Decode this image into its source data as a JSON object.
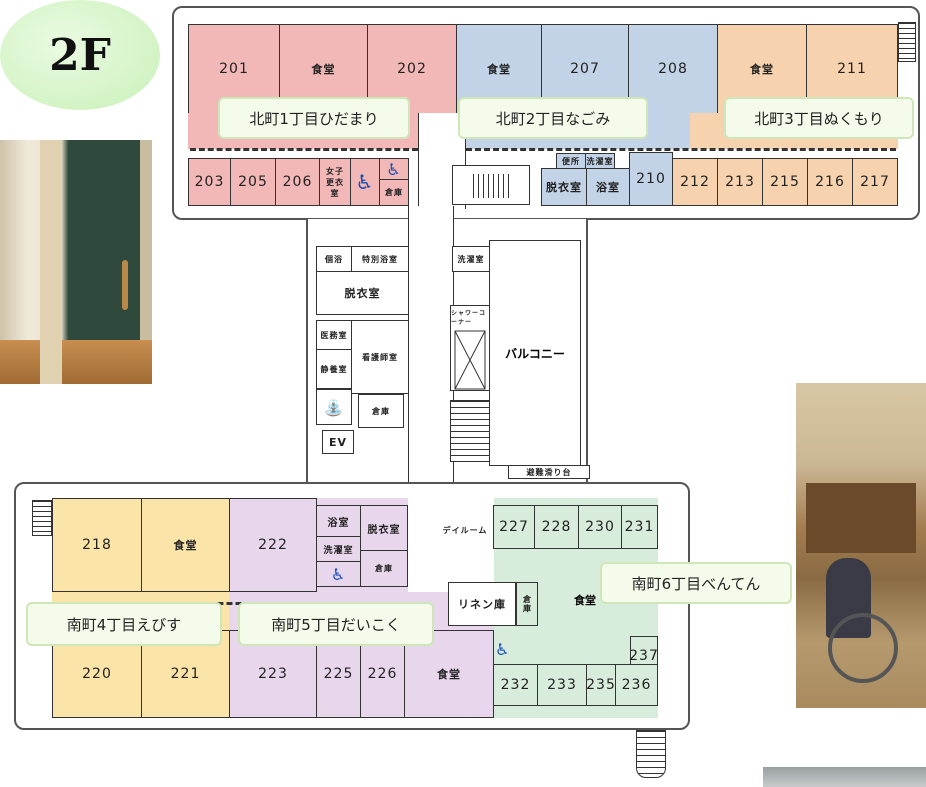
{
  "floor_badge": "2F",
  "north_wing": {
    "rooms_top": [
      "201",
      "食堂",
      "202",
      "食堂",
      "207",
      "208",
      "食堂",
      "211"
    ],
    "rooms_bottom": [
      "203",
      "205",
      "206",
      "女子更衣室",
      "倉庫",
      "脱衣室",
      "浴室",
      "210",
      "212",
      "213",
      "215",
      "216",
      "217"
    ],
    "small_labels": [
      "便所",
      "洗濯室"
    ],
    "unit_labels": [
      "北町1丁目ひだまり",
      "北町2丁目なごみ",
      "北町3丁目ぬくもり"
    ]
  },
  "center": {
    "rooms": [
      "個浴",
      "特別浴室",
      "脱衣室",
      "洗濯室",
      "医務室",
      "看護師室",
      "静養室",
      "倉庫",
      "EV",
      "シャワーコーナー",
      "バルコニー",
      "避難滑り台"
    ]
  },
  "south_wing": {
    "rooms_top": [
      "218",
      "食堂",
      "222",
      "浴室",
      "脱衣室",
      "洗濯室",
      "倉庫",
      "デイルーム",
      "227",
      "228",
      "230",
      "231"
    ],
    "rooms_mid": [
      "リネン庫",
      "倉庫",
      "食堂",
      "237"
    ],
    "rooms_bottom": [
      "220",
      "221",
      "223",
      "225",
      "226",
      "食堂",
      "232",
      "233",
      "235",
      "236"
    ],
    "unit_labels": [
      "南町4丁目えびす",
      "南町5丁目だいこく",
      "南町6丁目べんてん"
    ]
  },
  "colors": {
    "north_1": "#f2b7b7",
    "north_2": "#c3d3e7",
    "north_3": "#f7d2ae",
    "south_4": "#fbe4a8",
    "south_5": "#e8d6ec",
    "south_6": "#d8ecdc",
    "badge": "#d9f5cf"
  }
}
